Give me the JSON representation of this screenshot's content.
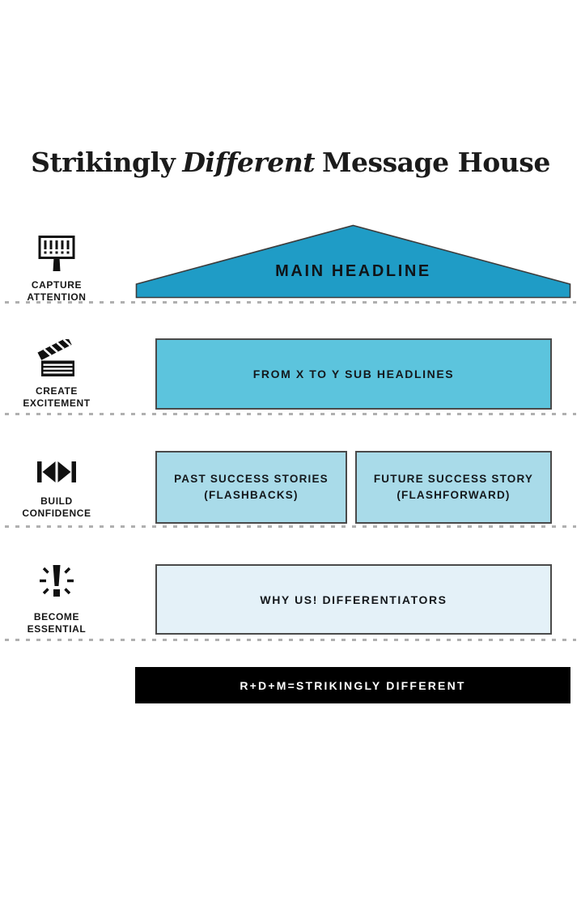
{
  "page": {
    "title_pre": "Strikingly",
    "title_italic": "Different",
    "title_post": "Message House"
  },
  "colors": {
    "roof": "#1F9CC6",
    "sub_headlines": "#5CC4DD",
    "success_stories": "#A9DBE9",
    "differentiators": "#E4F1F8",
    "footer_bar": "#000000",
    "box_border": "#4A4A4A",
    "divider_dots": "#B0B0B0"
  },
  "rail": {
    "items": [
      {
        "icon": "billboard-exclamations-icon",
        "line1": "CAPTURE",
        "line2": "ATTENTION"
      },
      {
        "icon": "clapperboard-icon",
        "line1": "CREATE",
        "line2": "EXCITEMENT"
      },
      {
        "icon": "skip-back-forward-icon",
        "line1": "BUILD",
        "line2": "CONFIDENCE"
      },
      {
        "icon": "exclamation-burst-icon",
        "line1": "BECOME",
        "line2": "ESSENTIAL"
      }
    ]
  },
  "house": {
    "roof_label": "MAIN HEADLINE",
    "sub_headlines": "FROM X TO Y SUB HEADLINES",
    "past_line1": "PAST SUCCESS STORIES",
    "past_line2": "(FLASHBACKS)",
    "future_line1": "FUTURE SUCCESS STORY",
    "future_line2": "(FLASHFORWARD)",
    "differentiators": "WHY US! DIFFERENTIATORS",
    "footer": "R+D+M=STRIKINGLY DIFFERENT"
  }
}
